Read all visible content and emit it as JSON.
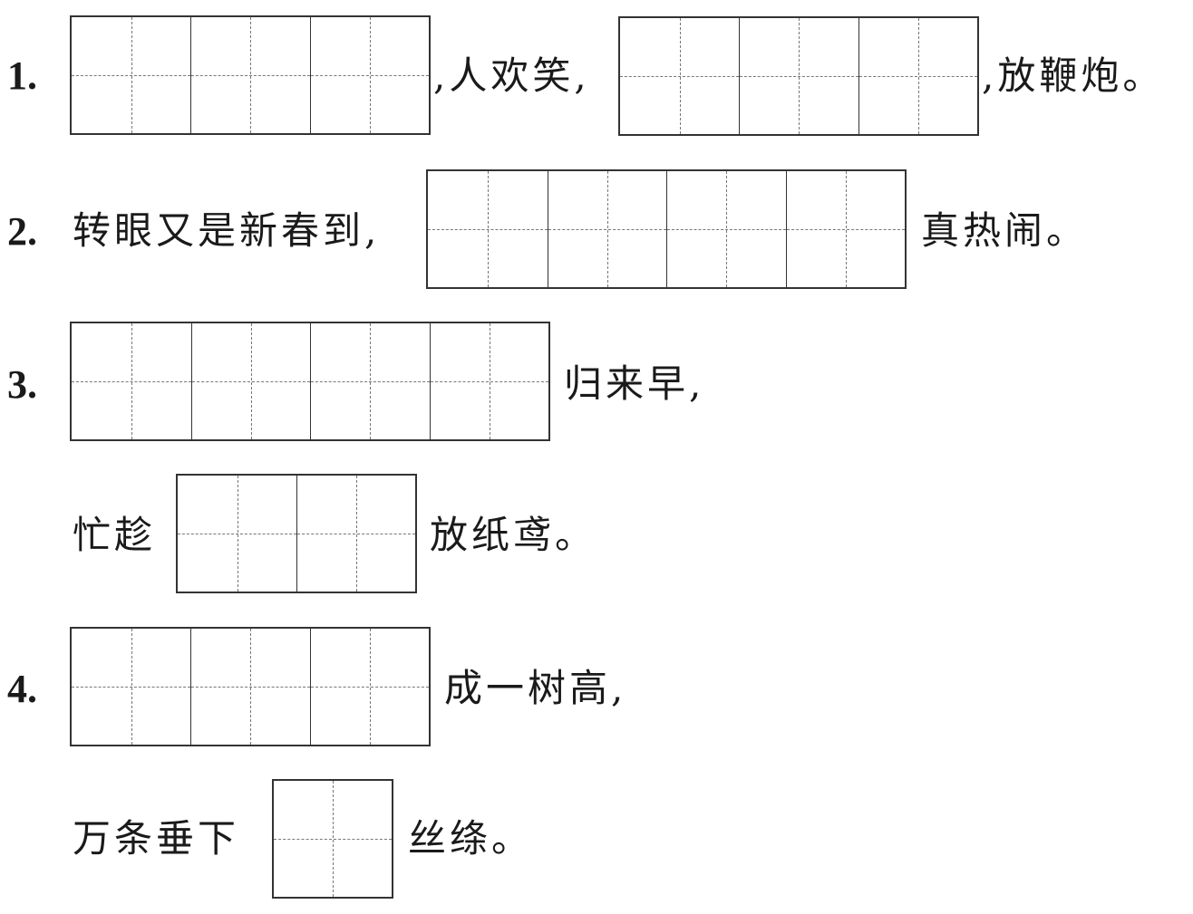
{
  "questions": [
    {
      "number": "1.",
      "text_a": ",人欢笑,",
      "text_b": ",放鞭炮。"
    },
    {
      "number": "2.",
      "text_a": "转眼又是新春到,",
      "text_b": "真热闹。"
    },
    {
      "number": "3.",
      "text_a": "归来早,",
      "text_b": "忙趁",
      "text_c": "放纸鸢。"
    },
    {
      "number": "4.",
      "text_a": "成一树高,",
      "text_b": "万条垂下",
      "text_c": "丝绦。"
    }
  ]
}
